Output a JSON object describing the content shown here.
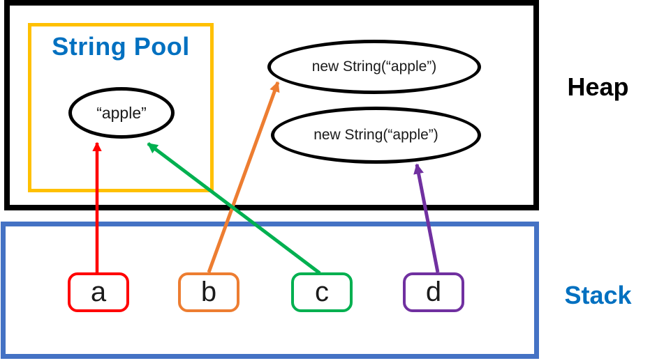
{
  "colors": {
    "heap_border": "#000000",
    "pool_border": "#FFC000",
    "heading_blue": "#0070C0",
    "stack_border": "#4472C4",
    "ellipse_border": "#000000",
    "red": "#FF0000",
    "orange": "#ED7D31",
    "green": "#00B050",
    "purple": "#7030A0"
  },
  "heap": {
    "label": "Heap",
    "string_pool": {
      "title": "String Pool",
      "literal": "“apple”"
    },
    "objects": [
      {
        "label": "new String(“apple”)"
      },
      {
        "label": "new String(“apple”)"
      }
    ]
  },
  "stack": {
    "label": "Stack",
    "variables": [
      {
        "name": "a",
        "points_to": "string-pool-literal"
      },
      {
        "name": "b",
        "points_to": "heap-object-1"
      },
      {
        "name": "c",
        "points_to": "string-pool-literal"
      },
      {
        "name": "d",
        "points_to": "heap-object-2"
      }
    ]
  }
}
